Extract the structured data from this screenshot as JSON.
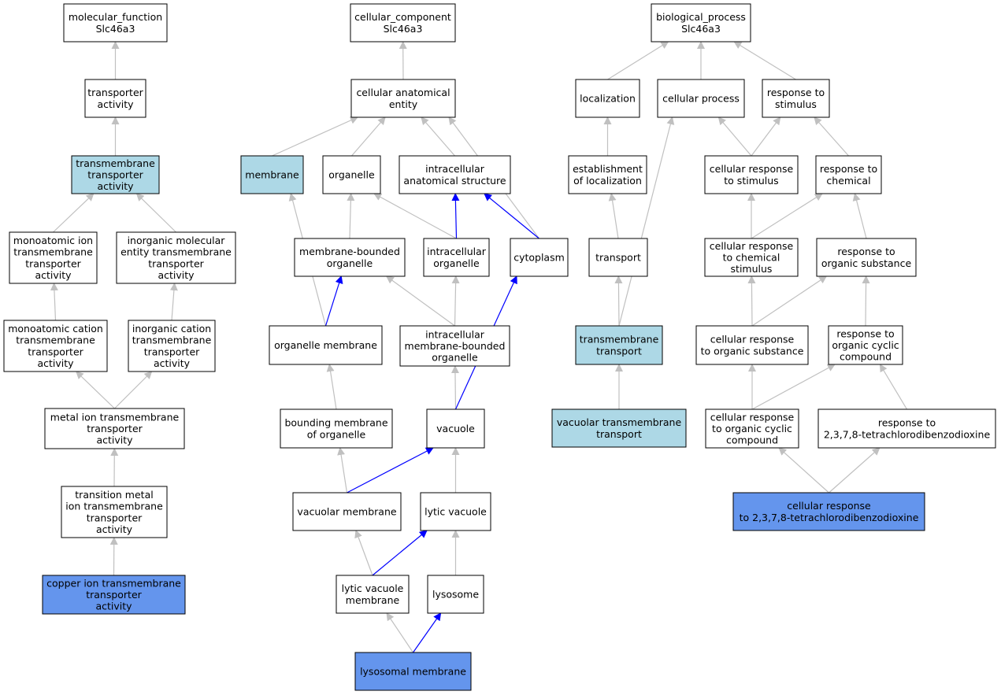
{
  "colors": {
    "plain": "#ffffff",
    "highlight": "#add8e6",
    "query": "#6495ed",
    "edge_gray": "#c0c0c0",
    "edge_blue": "#0000ff"
  },
  "nodes": [
    {
      "id": "mf_root",
      "lines": [
        "molecular_function",
        "Slc46a3"
      ],
      "style": "plain"
    },
    {
      "id": "transporter_activity",
      "lines": [
        "transporter",
        "activity"
      ],
      "style": "plain"
    },
    {
      "id": "tm_transporter_activity",
      "lines": [
        "transmembrane",
        "transporter",
        "activity"
      ],
      "style": "highlight"
    },
    {
      "id": "monoatomic_ion_tta",
      "lines": [
        "monoatomic ion",
        "transmembrane",
        "transporter",
        "activity"
      ],
      "style": "plain"
    },
    {
      "id": "inorganic_molecular_tta",
      "lines": [
        "inorganic molecular",
        "entity transmembrane",
        "transporter",
        "activity"
      ],
      "style": "plain"
    },
    {
      "id": "monoatomic_cation_tta",
      "lines": [
        "monoatomic cation",
        "transmembrane",
        "transporter",
        "activity"
      ],
      "style": "plain"
    },
    {
      "id": "inorganic_cation_tta",
      "lines": [
        "inorganic cation",
        "transmembrane",
        "transporter",
        "activity"
      ],
      "style": "plain"
    },
    {
      "id": "metal_ion_tta",
      "lines": [
        "metal ion transmembrane",
        "transporter",
        "activity"
      ],
      "style": "plain"
    },
    {
      "id": "transition_metal_tta",
      "lines": [
        "transition metal",
        "ion transmembrane",
        "transporter",
        "activity"
      ],
      "style": "plain"
    },
    {
      "id": "copper_ion_tta",
      "lines": [
        "copper ion transmembrane",
        "transporter",
        "activity"
      ],
      "style": "query"
    },
    {
      "id": "cc_root",
      "lines": [
        "cellular_component",
        "Slc46a3"
      ],
      "style": "plain"
    },
    {
      "id": "cellular_anatomical_entity",
      "lines": [
        "cellular anatomical",
        "entity"
      ],
      "style": "plain"
    },
    {
      "id": "membrane",
      "lines": [
        "membrane"
      ],
      "style": "highlight"
    },
    {
      "id": "organelle",
      "lines": [
        "organelle"
      ],
      "style": "plain"
    },
    {
      "id": "intracellular_anatomical_structure",
      "lines": [
        "intracellular",
        "anatomical structure"
      ],
      "style": "plain"
    },
    {
      "id": "membrane_bounded_organelle",
      "lines": [
        "membrane-bounded",
        "organelle"
      ],
      "style": "plain"
    },
    {
      "id": "intracellular_organelle",
      "lines": [
        "intracellular",
        "organelle"
      ],
      "style": "plain"
    },
    {
      "id": "cytoplasm",
      "lines": [
        "cytoplasm"
      ],
      "style": "plain"
    },
    {
      "id": "organelle_membrane",
      "lines": [
        "organelle membrane"
      ],
      "style": "plain"
    },
    {
      "id": "intracellular_mbo",
      "lines": [
        "intracellular",
        "membrane-bounded",
        "organelle"
      ],
      "style": "plain"
    },
    {
      "id": "bounding_membrane",
      "lines": [
        "bounding membrane",
        "of organelle"
      ],
      "style": "plain"
    },
    {
      "id": "vacuole",
      "lines": [
        "vacuole"
      ],
      "style": "plain"
    },
    {
      "id": "vacuolar_membrane",
      "lines": [
        "vacuolar membrane"
      ],
      "style": "plain"
    },
    {
      "id": "lytic_vacuole",
      "lines": [
        "lytic vacuole"
      ],
      "style": "plain"
    },
    {
      "id": "lytic_vacuole_membrane",
      "lines": [
        "lytic vacuole",
        "membrane"
      ],
      "style": "plain"
    },
    {
      "id": "lysosome",
      "lines": [
        "lysosome"
      ],
      "style": "plain"
    },
    {
      "id": "lysosomal_membrane",
      "lines": [
        "lysosomal membrane"
      ],
      "style": "query"
    },
    {
      "id": "bp_root",
      "lines": [
        "biological_process",
        "Slc46a3"
      ],
      "style": "plain"
    },
    {
      "id": "localization",
      "lines": [
        "localization"
      ],
      "style": "plain"
    },
    {
      "id": "cellular_process",
      "lines": [
        "cellular process"
      ],
      "style": "plain"
    },
    {
      "id": "response_to_stimulus",
      "lines": [
        "response to",
        "stimulus"
      ],
      "style": "plain"
    },
    {
      "id": "establishment_of_localization",
      "lines": [
        "establishment",
        "of localization"
      ],
      "style": "plain"
    },
    {
      "id": "cellular_response_to_stimulus",
      "lines": [
        "cellular response",
        "to stimulus"
      ],
      "style": "plain"
    },
    {
      "id": "response_to_chemical",
      "lines": [
        "response to",
        "chemical"
      ],
      "style": "plain"
    },
    {
      "id": "transport",
      "lines": [
        "transport"
      ],
      "style": "plain"
    },
    {
      "id": "cellular_response_to_chemical_stimulus",
      "lines": [
        "cellular response",
        "to chemical",
        "stimulus"
      ],
      "style": "plain"
    },
    {
      "id": "response_to_organic_substance",
      "lines": [
        "response to",
        "organic substance"
      ],
      "style": "plain"
    },
    {
      "id": "transmembrane_transport",
      "lines": [
        "transmembrane",
        "transport"
      ],
      "style": "highlight"
    },
    {
      "id": "cellular_response_to_organic_substance",
      "lines": [
        "cellular response",
        "to organic substance"
      ],
      "style": "plain"
    },
    {
      "id": "response_to_organic_cyclic_compound",
      "lines": [
        "response to",
        "organic cyclic",
        "compound"
      ],
      "style": "plain"
    },
    {
      "id": "vacuolar_transmembrane_transport",
      "lines": [
        "vacuolar transmembrane",
        "transport"
      ],
      "style": "highlight"
    },
    {
      "id": "cellular_response_to_organic_cyclic_compound",
      "lines": [
        "cellular response",
        "to organic cyclic",
        "compound"
      ],
      "style": "plain"
    },
    {
      "id": "response_to_tcdd",
      "lines": [
        "response to",
        "2,3,7,8-tetrachlorodibenzodioxine"
      ],
      "style": "plain"
    },
    {
      "id": "cellular_response_to_tcdd",
      "lines": [
        "cellular response",
        "to 2,3,7,8-tetrachlorodibenzodioxine"
      ],
      "style": "query"
    }
  ],
  "edges": [
    {
      "from": "transporter_activity",
      "to": "mf_root",
      "color": "gray"
    },
    {
      "from": "tm_transporter_activity",
      "to": "transporter_activity",
      "color": "gray"
    },
    {
      "from": "monoatomic_ion_tta",
      "to": "tm_transporter_activity",
      "color": "gray"
    },
    {
      "from": "inorganic_molecular_tta",
      "to": "tm_transporter_activity",
      "color": "gray"
    },
    {
      "from": "monoatomic_cation_tta",
      "to": "monoatomic_ion_tta",
      "color": "gray"
    },
    {
      "from": "inorganic_cation_tta",
      "to": "inorganic_molecular_tta",
      "color": "gray"
    },
    {
      "from": "metal_ion_tta",
      "to": "monoatomic_cation_tta",
      "color": "gray"
    },
    {
      "from": "metal_ion_tta",
      "to": "inorganic_cation_tta",
      "color": "gray"
    },
    {
      "from": "transition_metal_tta",
      "to": "metal_ion_tta",
      "color": "gray"
    },
    {
      "from": "copper_ion_tta",
      "to": "transition_metal_tta",
      "color": "gray"
    },
    {
      "from": "cellular_anatomical_entity",
      "to": "cc_root",
      "color": "gray"
    },
    {
      "from": "membrane",
      "to": "cellular_anatomical_entity",
      "color": "gray"
    },
    {
      "from": "organelle",
      "to": "cellular_anatomical_entity",
      "color": "gray"
    },
    {
      "from": "intracellular_anatomical_structure",
      "to": "cellular_anatomical_entity",
      "color": "gray"
    },
    {
      "from": "cytoplasm",
      "to": "cellular_anatomical_entity",
      "color": "gray"
    },
    {
      "from": "membrane_bounded_organelle",
      "to": "organelle",
      "color": "gray"
    },
    {
      "from": "intracellular_organelle",
      "to": "organelle",
      "color": "gray"
    },
    {
      "from": "intracellular_organelle",
      "to": "intracellular_anatomical_structure",
      "color": "blue"
    },
    {
      "from": "cytoplasm",
      "to": "intracellular_anatomical_structure",
      "color": "blue"
    },
    {
      "from": "organelle_membrane",
      "to": "membrane",
      "color": "gray"
    },
    {
      "from": "organelle_membrane",
      "to": "membrane_bounded_organelle",
      "color": "blue"
    },
    {
      "from": "intracellular_mbo",
      "to": "membrane_bounded_organelle",
      "color": "gray"
    },
    {
      "from": "intracellular_mbo",
      "to": "intracellular_organelle",
      "color": "gray"
    },
    {
      "from": "bounding_membrane",
      "to": "organelle_membrane",
      "color": "gray"
    },
    {
      "from": "vacuole",
      "to": "intracellular_mbo",
      "color": "gray"
    },
    {
      "from": "vacuole",
      "to": "cytoplasm",
      "color": "blue"
    },
    {
      "from": "vacuolar_membrane",
      "to": "bounding_membrane",
      "color": "gray"
    },
    {
      "from": "vacuolar_membrane",
      "to": "vacuole",
      "color": "blue"
    },
    {
      "from": "lytic_vacuole",
      "to": "vacuole",
      "color": "gray"
    },
    {
      "from": "lytic_vacuole_membrane",
      "to": "vacuolar_membrane",
      "color": "gray"
    },
    {
      "from": "lytic_vacuole_membrane",
      "to": "lytic_vacuole",
      "color": "blue"
    },
    {
      "from": "lysosome",
      "to": "lytic_vacuole",
      "color": "gray"
    },
    {
      "from": "lysosomal_membrane",
      "to": "lytic_vacuole_membrane",
      "color": "gray"
    },
    {
      "from": "lysosomal_membrane",
      "to": "lysosome",
      "color": "blue"
    },
    {
      "from": "localization",
      "to": "bp_root",
      "color": "gray"
    },
    {
      "from": "cellular_process",
      "to": "bp_root",
      "color": "gray"
    },
    {
      "from": "response_to_stimulus",
      "to": "bp_root",
      "color": "gray"
    },
    {
      "from": "establishment_of_localization",
      "to": "localization",
      "color": "gray"
    },
    {
      "from": "cellular_response_to_stimulus",
      "to": "cellular_process",
      "color": "gray"
    },
    {
      "from": "cellular_response_to_stimulus",
      "to": "response_to_stimulus",
      "color": "gray"
    },
    {
      "from": "response_to_chemical",
      "to": "response_to_stimulus",
      "color": "gray"
    },
    {
      "from": "transport",
      "to": "establishment_of_localization",
      "color": "gray"
    },
    {
      "from": "cellular_response_to_chemical_stimulus",
      "to": "cellular_response_to_stimulus",
      "color": "gray"
    },
    {
      "from": "cellular_response_to_chemical_stimulus",
      "to": "response_to_chemical",
      "color": "gray"
    },
    {
      "from": "response_to_organic_substance",
      "to": "response_to_chemical",
      "color": "gray"
    },
    {
      "from": "transmembrane_transport",
      "to": "transport",
      "color": "gray"
    },
    {
      "from": "transmembrane_transport",
      "to": "cellular_process",
      "color": "gray"
    },
    {
      "from": "cellular_response_to_organic_substance",
      "to": "cellular_response_to_chemical_stimulus",
      "color": "gray"
    },
    {
      "from": "cellular_response_to_organic_substance",
      "to": "response_to_organic_substance",
      "color": "gray"
    },
    {
      "from": "response_to_organic_cyclic_compound",
      "to": "response_to_organic_substance",
      "color": "gray"
    },
    {
      "from": "vacuolar_transmembrane_transport",
      "to": "transmembrane_transport",
      "color": "gray"
    },
    {
      "from": "cellular_response_to_organic_cyclic_compound",
      "to": "cellular_response_to_organic_substance",
      "color": "gray"
    },
    {
      "from": "cellular_response_to_organic_cyclic_compound",
      "to": "response_to_organic_cyclic_compound",
      "color": "gray"
    },
    {
      "from": "response_to_tcdd",
      "to": "response_to_organic_cyclic_compound",
      "color": "gray"
    },
    {
      "from": "cellular_response_to_tcdd",
      "to": "cellular_response_to_organic_cyclic_compound",
      "color": "gray"
    },
    {
      "from": "cellular_response_to_tcdd",
      "to": "response_to_tcdd",
      "color": "gray"
    }
  ]
}
